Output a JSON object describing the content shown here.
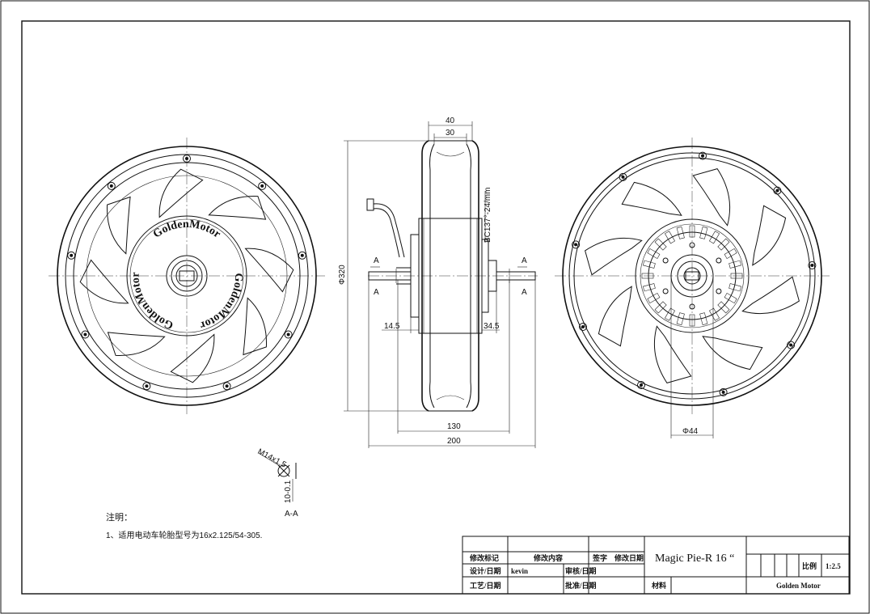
{
  "left_view": {
    "logo_top": "GoldenMotor",
    "logo_left": "GoldenMotor",
    "logo_right": "GoldenMotor"
  },
  "side_view": {
    "dim_40": "40",
    "dim_30": "30",
    "dim_dia": "Φ320",
    "dim_spoke": "BC137°-24/mm",
    "dim_left_14_5": "14.5",
    "dim_right_34_5": "34.5",
    "dim_130": "130",
    "dim_200": "200",
    "section_a": "A"
  },
  "right_view": {
    "dim_44": "Φ44"
  },
  "detail": {
    "thread": "M14x1.5",
    "flat": "10-0.1",
    "label": "A-A"
  },
  "notes": {
    "title": "注明：",
    "line1": "1、适用电动车轮胎型号为16x2.125/54-305."
  },
  "title_block": {
    "rev_mark": "修改标记",
    "rev_content": "修改内容",
    "signature": "签字",
    "rev_date": "修改日期",
    "design": "设计/日期",
    "designer": "kevin",
    "review": "审核/日期",
    "process": "工艺/日期",
    "approve": "批准/日期",
    "product": "Magic Pie-R 16 “",
    "material": "材料",
    "scale_label": "比例",
    "scale_value": "1:2.5",
    "company": "Golden Motor"
  }
}
